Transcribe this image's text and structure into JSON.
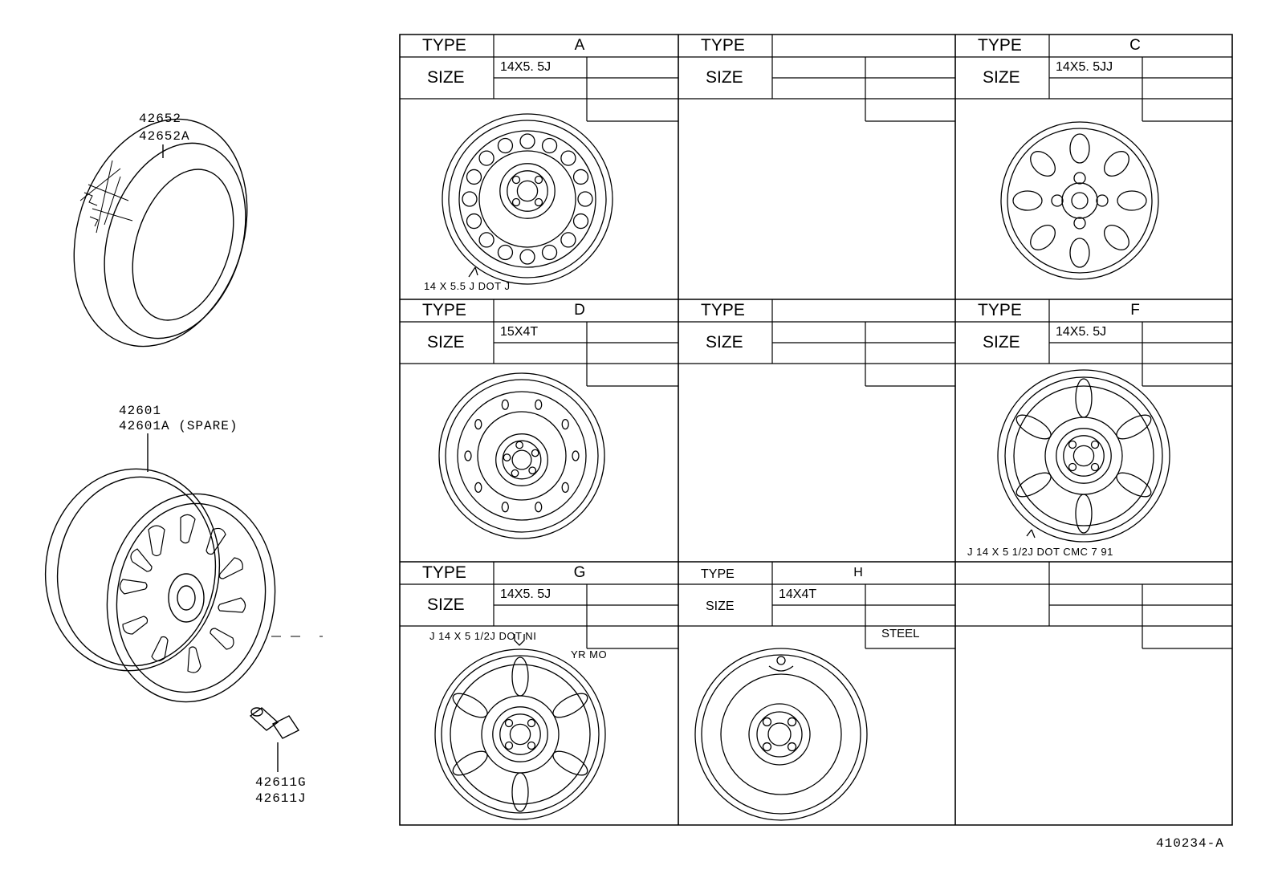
{
  "parts": {
    "tire": [
      "42652",
      "42652A"
    ],
    "wheel": [
      "42601",
      "42601A (SPARE)"
    ],
    "valve": [
      "42611G",
      "42611J"
    ]
  },
  "table": {
    "type_label": "TYPE",
    "size_label": "SIZE",
    "cells": {
      "A": {
        "type": "A",
        "size": "14X5. 5J",
        "note": "14 X 5.5 J  DOT  J"
      },
      "B": {
        "type": "",
        "size": ""
      },
      "C": {
        "type": "C",
        "size": "14X5. 5JJ"
      },
      "D": {
        "type": "D",
        "size": "15X4T"
      },
      "E": {
        "type": "",
        "size": ""
      },
      "F": {
        "type": "F",
        "size": "14X5. 5J",
        "note": "J  14 X 5 1/2J   DOT  CMC  7 91"
      },
      "G": {
        "type": "G",
        "size": "14X5. 5J",
        "note1": "J  14 X 5 1/2J      DOT  NI",
        "note2": "YR  MO"
      },
      "H": {
        "type": "H",
        "size": "14X4T",
        "material": "STEEL"
      }
    }
  },
  "figure_id": "410234-A"
}
